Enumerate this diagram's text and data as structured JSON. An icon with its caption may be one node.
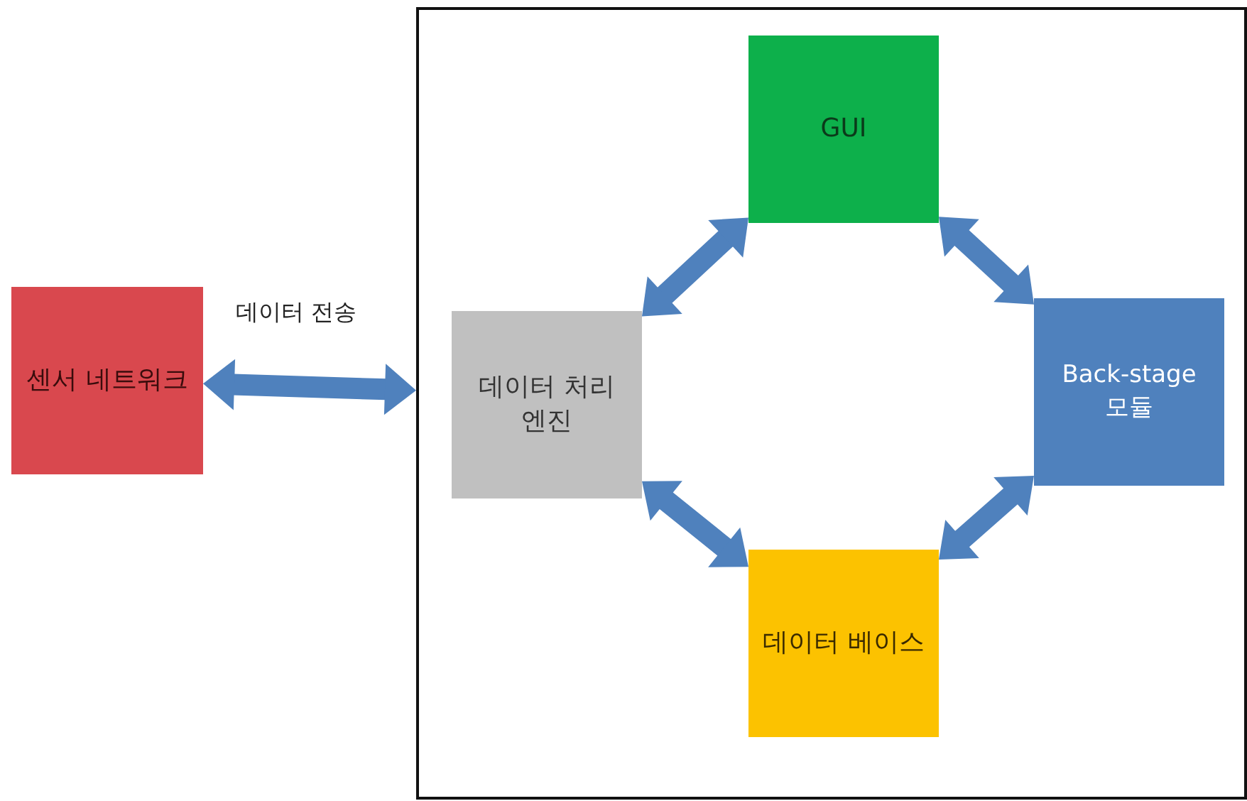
{
  "diagram": {
    "nodes": [
      {
        "text": [
          "센서 네트워크"
        ]
      },
      {
        "text": [],
        "shape": "box"
      },
      {
        "text": [
          "GUI"
        ],
        "in": 1
      },
      {
        "text": [
          "데이터 처리 엔진"
        ],
        "in": 1
      },
      {
        "text": [
          "Back-stage 모듈"
        ],
        "in": 1
      },
      {
        "text": [
          "데이터 베이스"
        ],
        "in": 1
      }
    ],
    "edges": [
      {
        "from": 0,
        "to": 1,
        "arrow": "both",
        "label": "데이터 전송"
      },
      {
        "from": 3,
        "to": 2,
        "arrow": "both"
      },
      {
        "from": 2,
        "to": 4,
        "arrow": "both"
      },
      {
        "from": 3,
        "to": 5,
        "arrow": "both"
      },
      {
        "from": 5,
        "to": 4,
        "arrow": "both"
      }
    ]
  }
}
